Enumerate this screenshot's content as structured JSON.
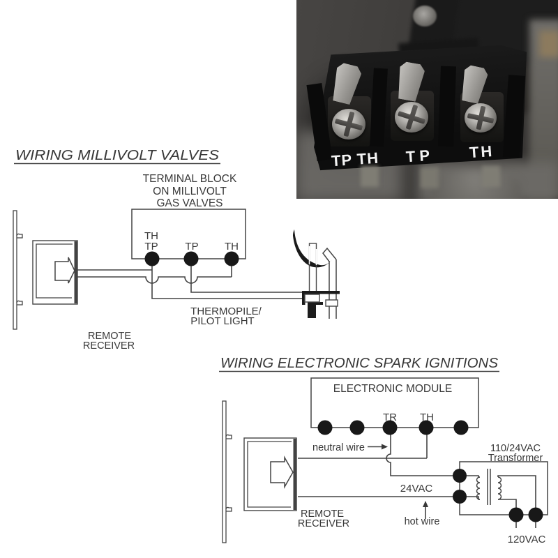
{
  "photo": {
    "labels": [
      "TP TH",
      "TP",
      "TH"
    ]
  },
  "millivolt": {
    "title": "WIRING MILLIVOLT VALVES",
    "block_label": {
      "line1": "TERMINAL BLOCK",
      "line2": "ON MILLIVOLT",
      "line3": "GAS VALVES"
    },
    "terminals": {
      "t1_line1": "TH",
      "t1_line2": "TP",
      "t2": "TP",
      "t3": "TH"
    },
    "receiver_label": {
      "line1": "REMOTE",
      "line2": "RECEIVER"
    },
    "pilot_label": {
      "line1": "THERMOPILE/",
      "line2": "PILOT LIGHT"
    }
  },
  "spark": {
    "title": "WIRING ELECTRONIC SPARK IGNITIONS",
    "module_label": "ELECTRONIC MODULE",
    "terminals": {
      "tr": "TR",
      "th": "TH"
    },
    "neutral_label": "neutral wire",
    "hot_label": "hot wire",
    "vac24_label": "24VAC",
    "vac120_label": "120VAC",
    "transformer_label": {
      "line1": "110/24VAC",
      "line2": "Transformer"
    },
    "receiver_label": {
      "line1": "REMOTE",
      "line2": "RECEIVER"
    }
  },
  "colors": {
    "diagram_line": "#434343",
    "diagram_text": "#383838",
    "terminal_dot": "#181818",
    "photo_label_text": "#f3f3f3"
  }
}
